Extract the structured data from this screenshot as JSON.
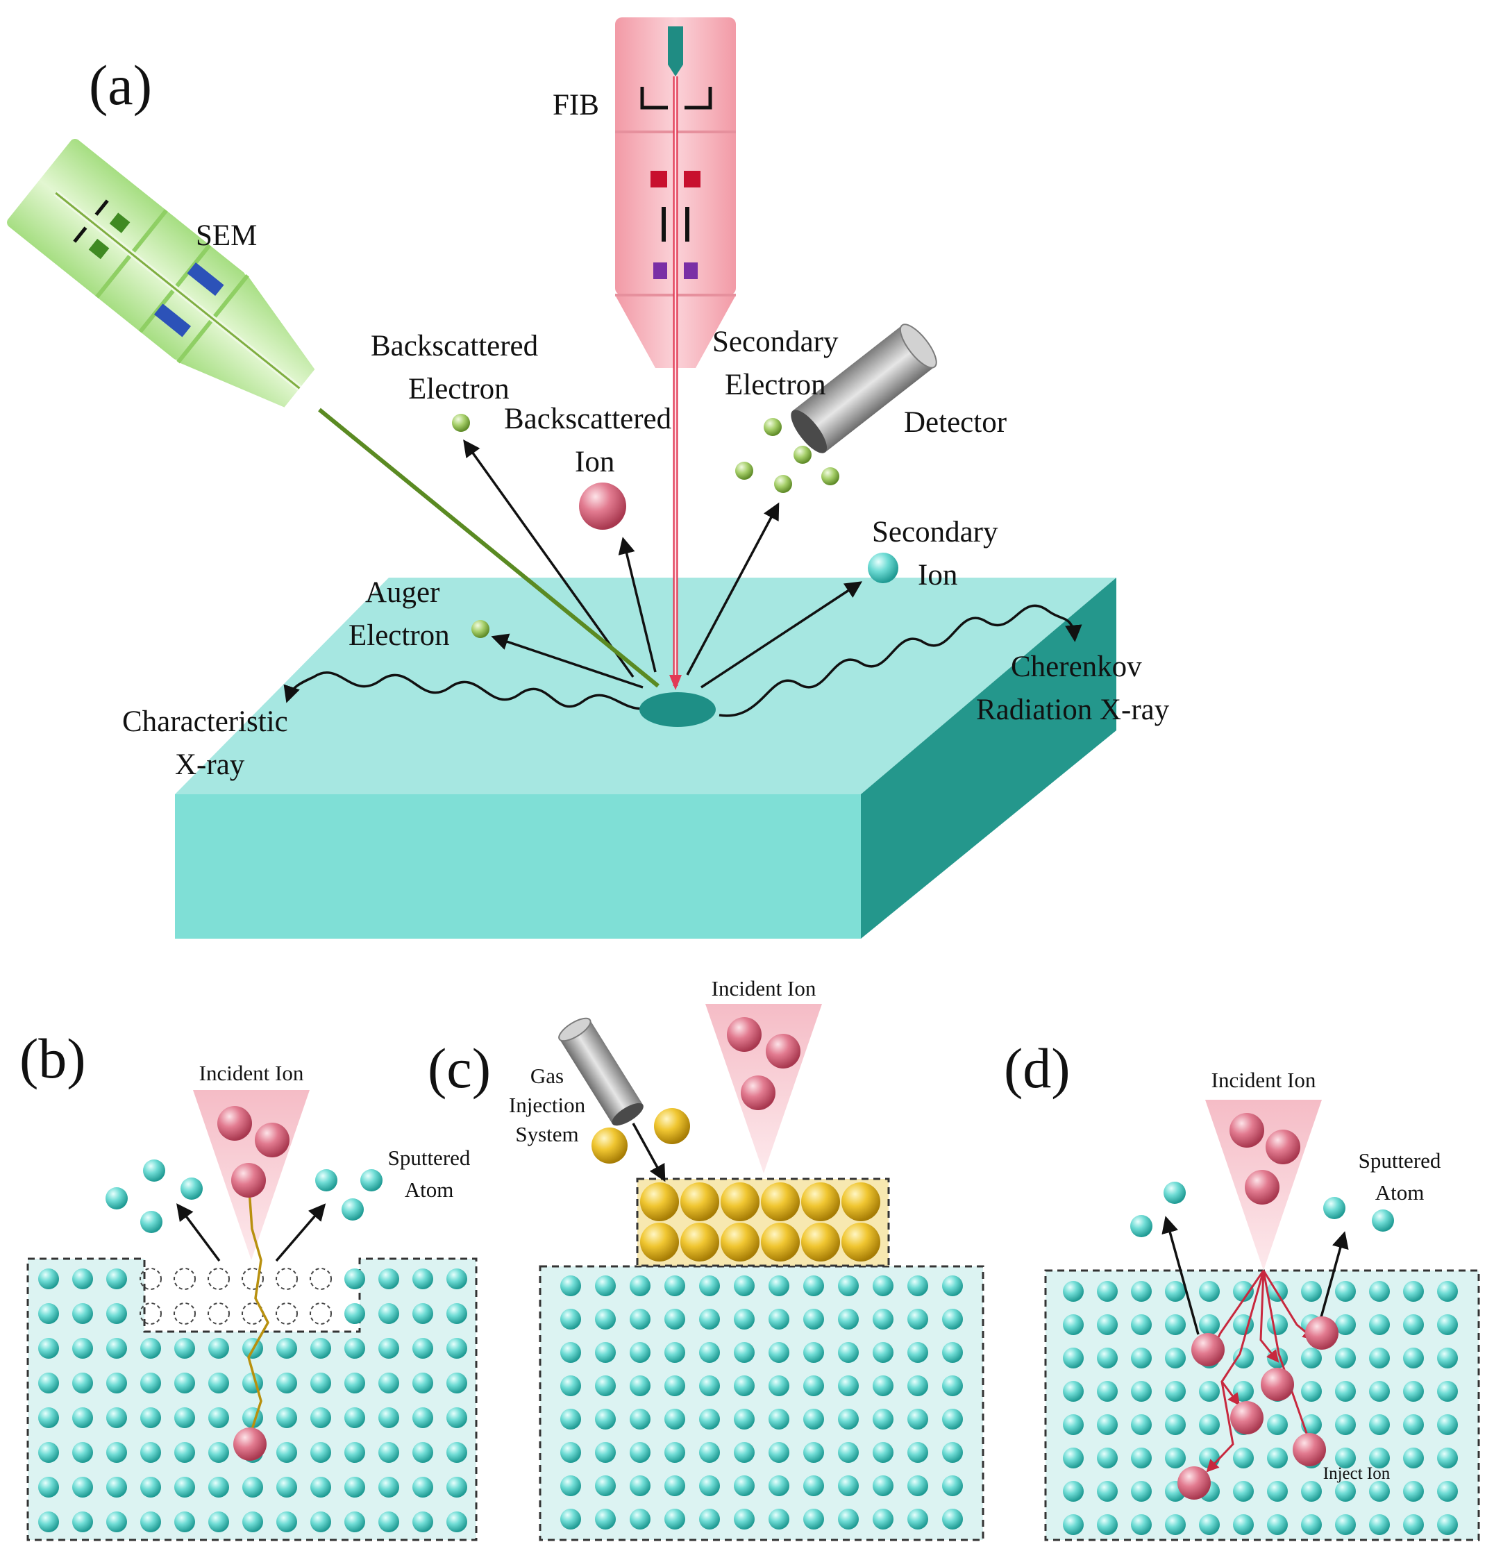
{
  "panels": {
    "a": {
      "letter": "(a)",
      "labels": {
        "fib": "FIB",
        "sem": "SEM",
        "bse_1": "Backscattered",
        "bse_2": "Electron",
        "bsi_1": "Backscattered",
        "bsi_2": "Ion",
        "se_1": "Secondary",
        "se_2": "Electron",
        "detector": "Detector",
        "si_1": "Secondary",
        "si_2": "Ion",
        "auger_1": "Auger",
        "auger_2": "Electron",
        "cherenkov_1": "Cherenkov",
        "cherenkov_2": "Radiation X-ray",
        "charx_1": "Characteristic",
        "charx_2": "X-ray"
      }
    },
    "b": {
      "letter": "(b)",
      "labels": {
        "incident": "Incident Ion",
        "sputtered_1": "Sputtered",
        "sputtered_2": "Atom"
      }
    },
    "c": {
      "letter": "(c)",
      "labels": {
        "incident": "Incident Ion",
        "gis_1": "Gas",
        "gis_2": "Injection",
        "gis_3": "System"
      }
    },
    "d": {
      "letter": "(d)",
      "labels": {
        "incident": "Incident Ion",
        "sputtered_1": "Sputtered",
        "sputtered_2": "Atom",
        "inject": "Inject Ion"
      }
    }
  },
  "colors": {
    "substrate_top": "#a6e7e1",
    "substrate_front": "#7fdfd6",
    "substrate_side": "#24978c",
    "atom": "#5fd6cf",
    "ion": "#de6f86",
    "gold": "#e8c22a",
    "electron": "#9ccc5c",
    "fib_column": "#f4aeb7",
    "sem_column": "#bde8a0",
    "cone": "#f7cfd6",
    "lattice_bg": "#dcf3f2",
    "ion_track_b": "#b8900e",
    "ion_track_d": "#c8283e"
  }
}
